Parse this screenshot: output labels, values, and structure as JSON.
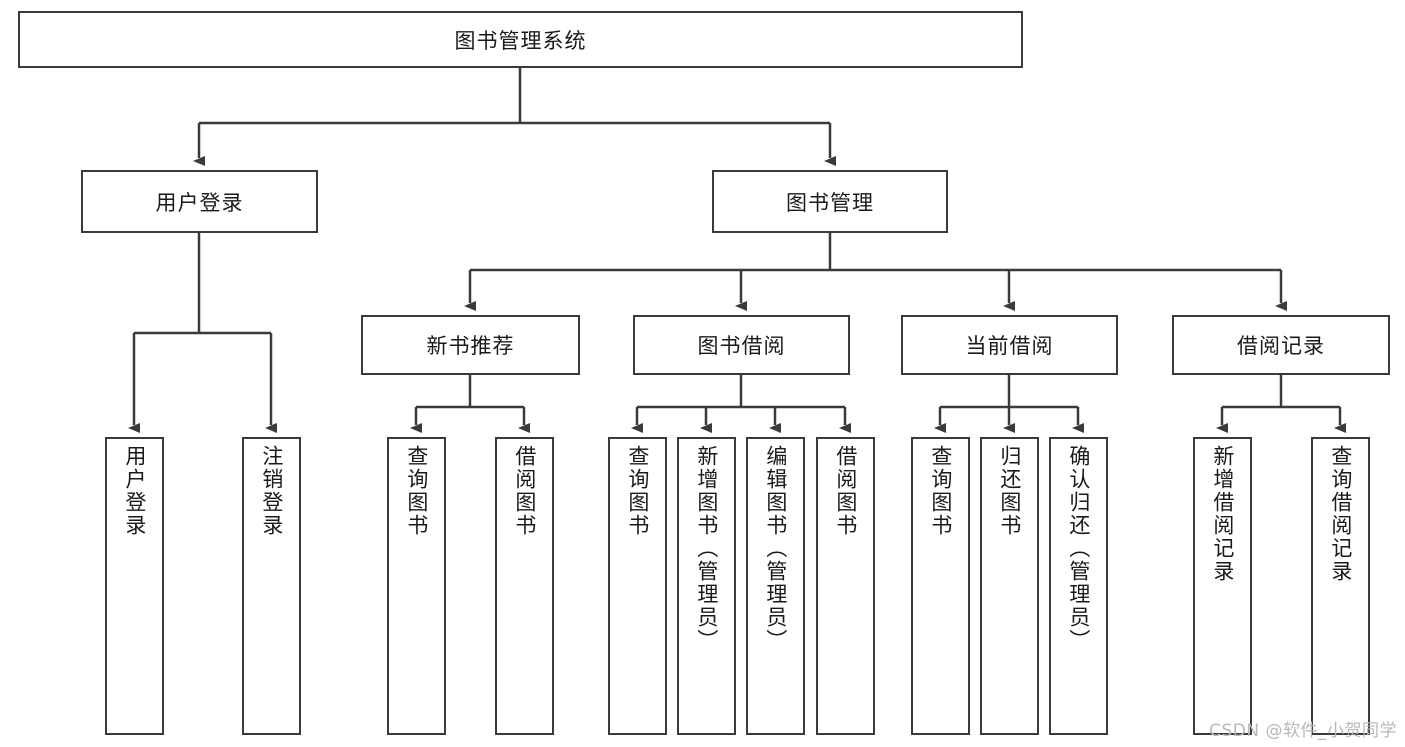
{
  "diagram": {
    "title_node": {
      "label": "图书管理系统"
    },
    "level1": [
      {
        "label": "用户登录"
      },
      {
        "label": "图书管理"
      }
    ],
    "level2": [
      {
        "label": "新书推荐"
      },
      {
        "label": "图书借阅"
      },
      {
        "label": "当前借阅"
      },
      {
        "label": "借阅记录"
      }
    ],
    "leaves": {
      "user_login": [
        {
          "label": "用户登录"
        },
        {
          "label": "注销登录"
        }
      ],
      "new_book": [
        {
          "label": "查询图书"
        },
        {
          "label": "借阅图书"
        }
      ],
      "book_borrow": [
        {
          "label": "查询图书"
        },
        {
          "label": "新增图书（管理员）"
        },
        {
          "label": "编辑图书（管理员）"
        },
        {
          "label": "借阅图书"
        }
      ],
      "current_borrow": [
        {
          "label": "查询图书"
        },
        {
          "label": "归还图书"
        },
        {
          "label": "确认归还（管理员）"
        }
      ],
      "borrow_record": [
        {
          "label": "新增借阅记录"
        },
        {
          "label": "查询借阅记录"
        }
      ]
    }
  },
  "watermark": {
    "text": "CSDN @软件_小贺同学"
  },
  "colors": {
    "stroke": "#3a3a3a",
    "text": "#1a1a1a",
    "background": "#ffffff",
    "watermark": "#b8b8b8"
  }
}
